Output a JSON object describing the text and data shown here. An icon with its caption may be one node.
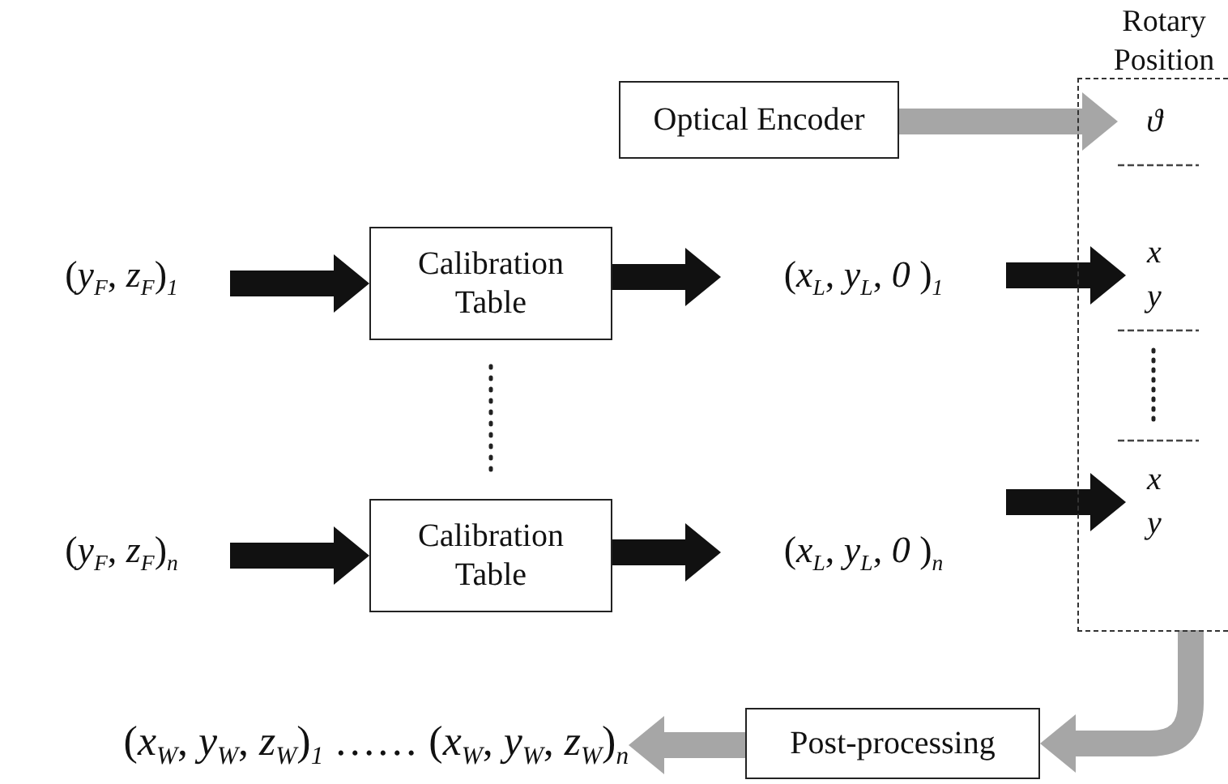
{
  "diagram": {
    "nodes": [
      {
        "text": [
          "Rotary Position"
        ]
      },
      {
        "text": [
          "Optical Encoder"
        ]
      },
      {
        "text": [
          "ϑ"
        ],
        "in": 0
      },
      {
        "text": [
          "(*y*$_{F}$, *z*$_{F}$)$_{1}$"
        ]
      },
      {
        "text": [
          "Calibration Table"
        ]
      },
      {
        "text": [
          "(*x*$_{L}$, *y*$_{L}$, *0* )$_{1}$"
        ]
      },
      {
        "text": [
          "x y"
        ],
        "in": 0
      },
      {
        "text": [
          "(*y*$_{F}$, *z*$_{F}$)$_{n}$"
        ]
      },
      {
        "text": [
          "Calibration Table"
        ]
      },
      {
        "text": [
          "(*x*$_{L}$, *y*$_{L}$, *0* )$_{n}$"
        ]
      },
      {
        "text": [
          "x y"
        ],
        "in": 0
      },
      {
        "text": [
          "(*x*$_{W}$, *y*$_{W}$, *z*$_{W}$)$_{1}$ …… (*x*$_{W}$, *y*$_{W}$, *z*$_{W}$)$_{n}$"
        ]
      },
      {
        "text": [
          "Post-processing"
        ]
      }
    ],
    "edges": [
      {
        "from": 1,
        "to": 2,
        "arrow": "to",
        "color": "#a6a6a6"
      },
      {
        "from": 3,
        "to": 4,
        "arrow": "to"
      },
      {
        "from": 4,
        "to": 5,
        "arrow": "to"
      },
      {
        "from": 5,
        "to": 6,
        "arrow": "to"
      },
      {
        "from": 7,
        "to": 8,
        "arrow": "to"
      },
      {
        "from": 8,
        "to": 9,
        "arrow": "to"
      },
      {
        "from": 9,
        "to": 10,
        "arrow": "to"
      },
      {
        "from": 0,
        "to": 12,
        "arrow": "to",
        "color": "#a6a6a6"
      },
      {
        "from": 12,
        "to": 11,
        "arrow": "to",
        "color": "#a6a6a6"
      }
    ]
  }
}
